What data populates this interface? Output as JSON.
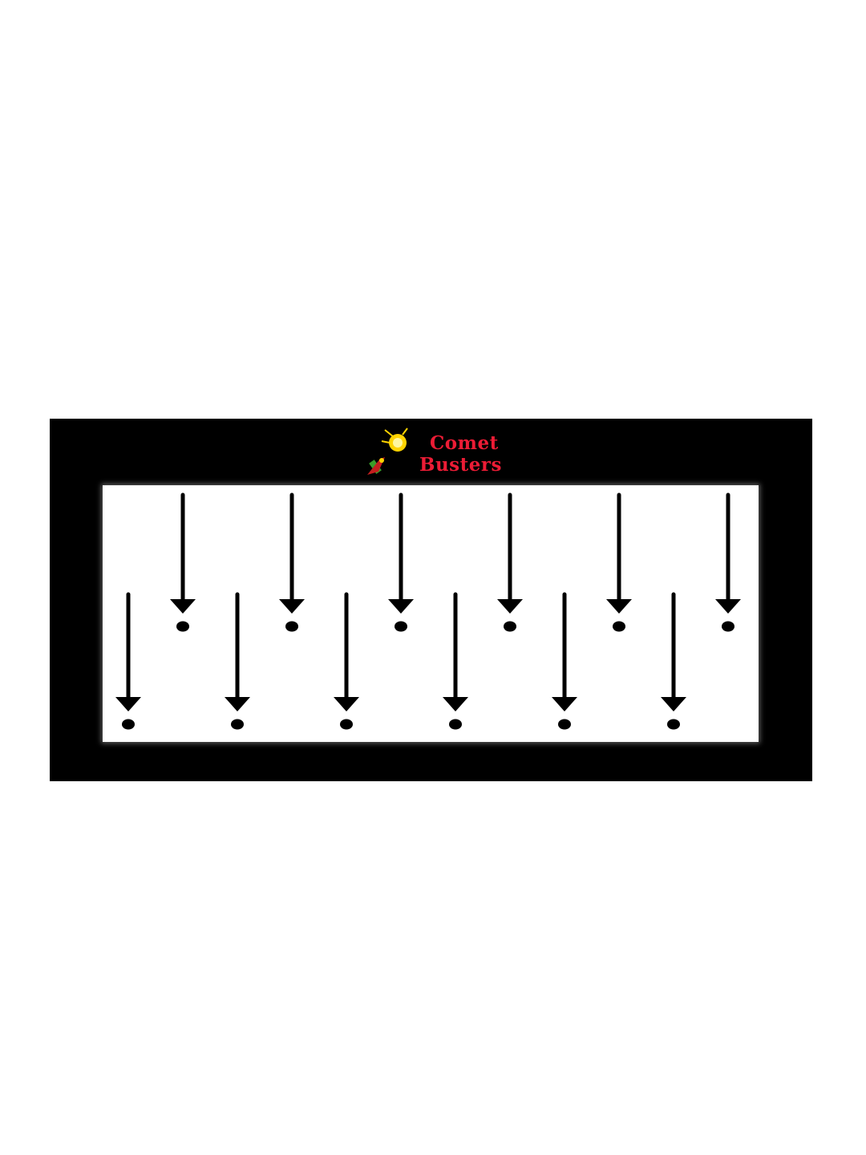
{
  "logo": {
    "line1": "Comet",
    "line2": "Busters",
    "text_color": "#ec1c35",
    "icon": "comet-icon"
  },
  "colors": {
    "frame": "#000000",
    "panel": "#ffffff",
    "arrow": "#000000"
  },
  "arrows": {
    "top_row_count": 6,
    "bottom_row_count": 6,
    "icon": "down-arrow-icon",
    "marker_icon": "dot-icon"
  }
}
